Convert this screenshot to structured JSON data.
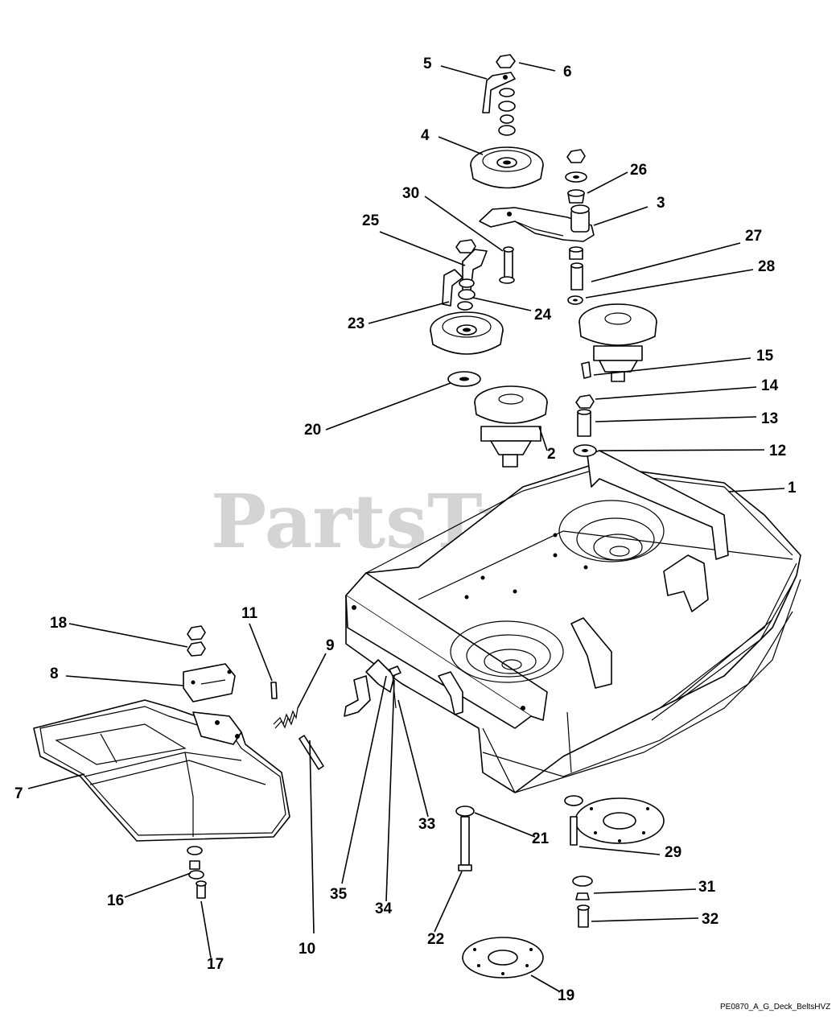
{
  "watermark": {
    "text": "PartsTree",
    "trademark": "™"
  },
  "drawing_ref": "PE0870_A_G_Deck_BeltsHVZ",
  "callouts": [
    "5",
    "6",
    "4",
    "26",
    "3",
    "30",
    "25",
    "27",
    "28",
    "24",
    "23",
    "15",
    "14",
    "20",
    "13",
    "2",
    "12",
    "1",
    "18",
    "11",
    "9",
    "8",
    "7",
    "21",
    "33",
    "29",
    "16",
    "31",
    "35",
    "34",
    "32",
    "22",
    "10",
    "17",
    "19"
  ],
  "accent_color": "#000000",
  "watermark_color": "#d4d4d4"
}
